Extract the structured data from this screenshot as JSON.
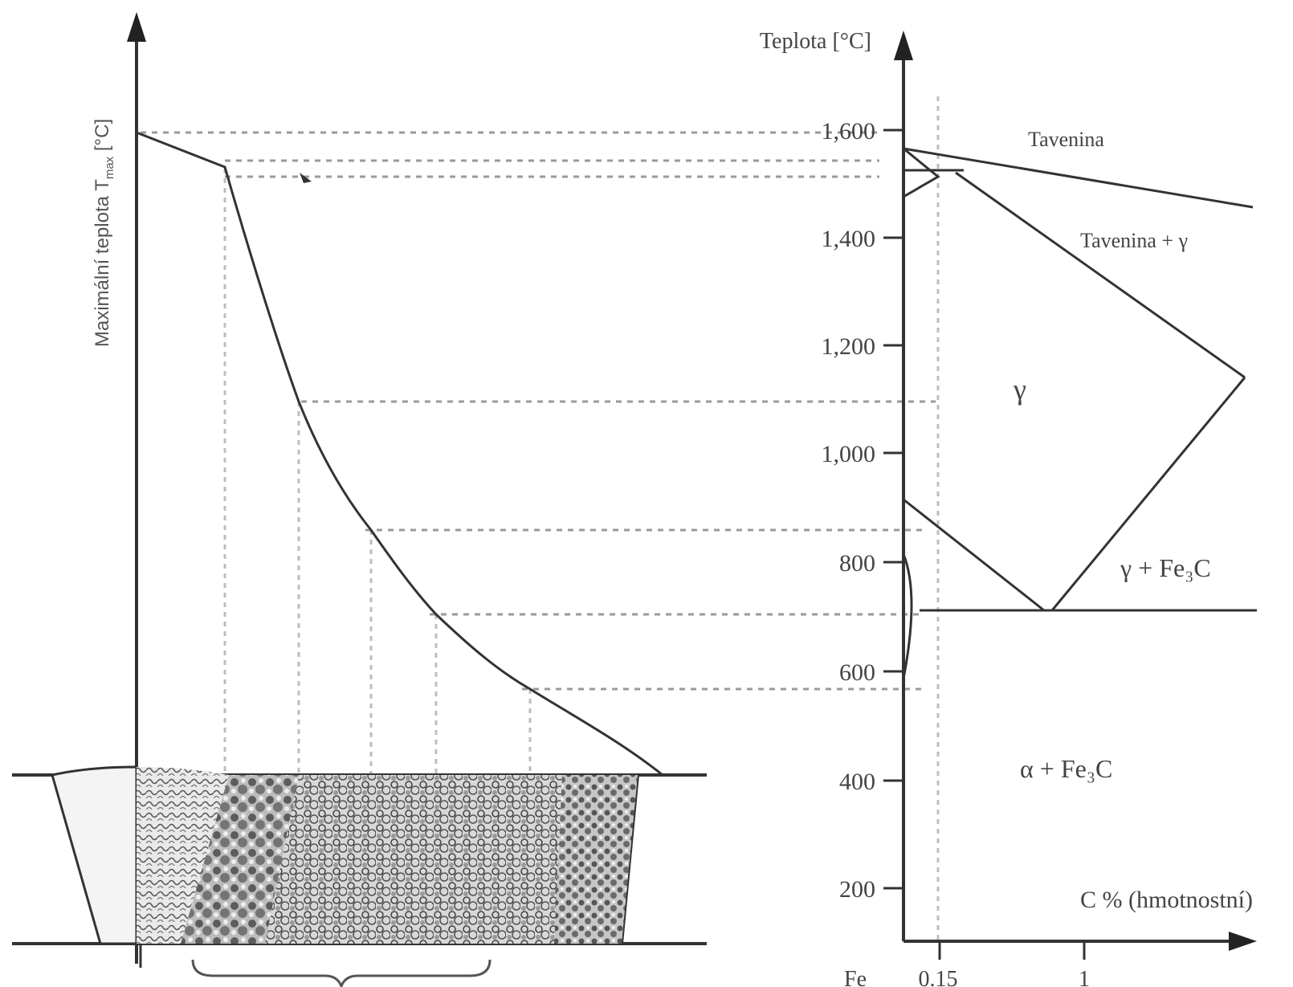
{
  "left_panel": {
    "y_axis_label": "Maximální teplota T",
    "y_axis_label_sub": "max",
    "y_axis_label_unit": " [°C]"
  },
  "right_panel": {
    "y_axis_label": "Teplota [°C]",
    "x_axis_label": "C % (hmotnostní)",
    "y_ticks": [
      "1,600",
      "1,400",
      "1,200",
      "1,000",
      "800",
      "600",
      "400",
      "200"
    ],
    "y_tick_values": [
      1600,
      1400,
      1200,
      1000,
      800,
      600,
      400,
      200
    ],
    "x_ticks": [
      "Fe",
      "0.15",
      "1"
    ],
    "regions": {
      "liquid": "Tavenina",
      "liquid_gamma": "Tavenina + γ",
      "gamma": "γ",
      "gamma_cementite": "γ + Fe₃C",
      "alpha_cementite": "α + Fe₃C"
    },
    "marked_carbon_content": 0.15
  }
}
